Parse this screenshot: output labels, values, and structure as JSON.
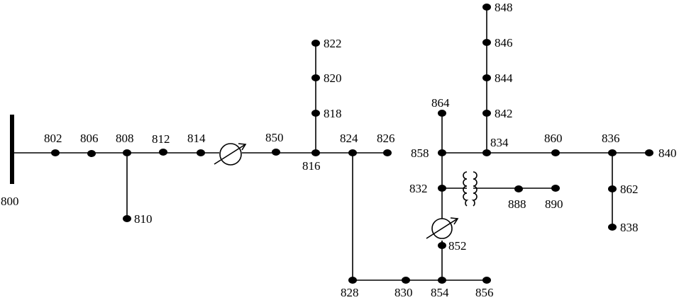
{
  "diagram": {
    "bus_labels": {
      "800": "800",
      "802": "802",
      "806": "806",
      "808": "808",
      "810": "810",
      "812": "812",
      "814": "814",
      "850": "850",
      "816": "816",
      "818": "818",
      "820": "820",
      "822": "822",
      "824": "824",
      "826": "826",
      "828": "828",
      "830": "830",
      "854": "854",
      "856": "856",
      "852": "852",
      "832": "832",
      "858": "858",
      "864": "864",
      "888": "888",
      "890": "890",
      "834": "834",
      "842": "842",
      "844": "844",
      "846": "846",
      "848": "848",
      "860": "860",
      "836": "836",
      "840": "840",
      "862": "862",
      "838": "838"
    },
    "lines": [
      [
        "800",
        "802"
      ],
      [
        "802",
        "806"
      ],
      [
        "806",
        "808"
      ],
      [
        "808",
        "810"
      ],
      [
        "808",
        "812"
      ],
      [
        "812",
        "814"
      ],
      [
        "814",
        "850"
      ],
      [
        "850",
        "816"
      ],
      [
        "816",
        "818"
      ],
      [
        "818",
        "820"
      ],
      [
        "820",
        "822"
      ],
      [
        "816",
        "824"
      ],
      [
        "824",
        "826"
      ],
      [
        "824",
        "828"
      ],
      [
        "828",
        "830"
      ],
      [
        "830",
        "854"
      ],
      [
        "854",
        "856"
      ],
      [
        "854",
        "852"
      ],
      [
        "852",
        "832"
      ],
      [
        "832",
        "858"
      ],
      [
        "858",
        "864"
      ],
      [
        "858",
        "834"
      ],
      [
        "834",
        "842"
      ],
      [
        "842",
        "844"
      ],
      [
        "844",
        "846"
      ],
      [
        "846",
        "848"
      ],
      [
        "834",
        "860"
      ],
      [
        "860",
        "836"
      ],
      [
        "836",
        "840"
      ],
      [
        "836",
        "862"
      ],
      [
        "862",
        "838"
      ],
      [
        "832",
        "888"
      ],
      [
        "888",
        "890"
      ]
    ],
    "regulators": [
      [
        "814",
        "850"
      ],
      [
        "852",
        "832"
      ]
    ],
    "transformers": [
      [
        "832",
        "888"
      ]
    ]
  }
}
